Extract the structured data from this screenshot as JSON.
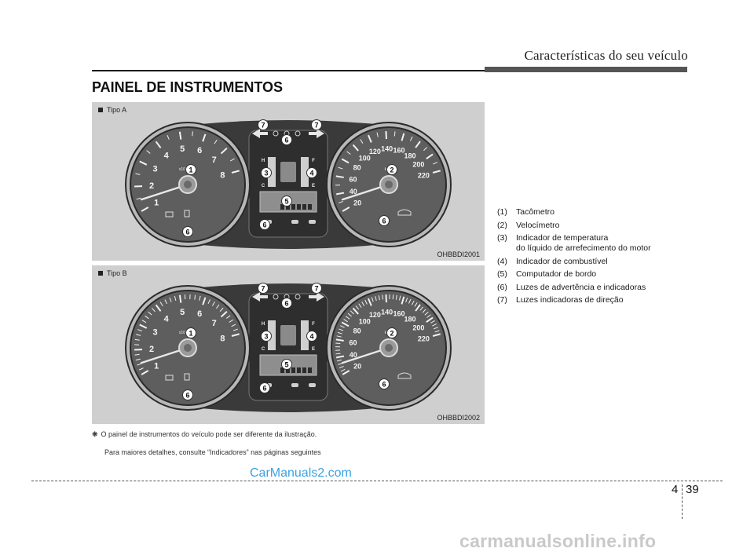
{
  "header": {
    "title": "Características do seu veículo"
  },
  "section_title": "PAINEL DE INSTRUMENTOS",
  "panels": [
    {
      "label": "Tipo A",
      "code": "OHBBDI2001"
    },
    {
      "label": "Tipo B",
      "code": "OHBBDI2002"
    }
  ],
  "gauges": {
    "tach_numbers": [
      "1",
      "2",
      "3",
      "4",
      "5",
      "6",
      "7",
      "8"
    ],
    "tach_unit": "x1000rpm",
    "speed_numbers": [
      "20",
      "40",
      "60",
      "80",
      "100",
      "120",
      "140",
      "160",
      "180",
      "200",
      "220"
    ],
    "speed_unit": "km/h",
    "temp_marks": [
      "H",
      "C"
    ],
    "fuel_marks": [
      "F",
      "E"
    ],
    "callouts": [
      "1",
      "2",
      "3",
      "4",
      "5",
      "6",
      "7"
    ]
  },
  "notes": {
    "symbol": "❈",
    "line1": "O painel de instrumentos do veículo pode ser diferente da ilustração.",
    "line2": "Para maiores detalhes, consulte “Indicadores” nas páginas seguintes"
  },
  "legend": [
    {
      "num": "(1)",
      "text": "Tacômetro"
    },
    {
      "num": "(2)",
      "text": "Velocímetro"
    },
    {
      "num": "(3)",
      "text": "Indicador de temperatura",
      "text2": "do líquido de arrefecimento do motor"
    },
    {
      "num": "(4)",
      "text": "Indicador de combustível"
    },
    {
      "num": "(5)",
      "text": "Computador de bordo"
    },
    {
      "num": "(6)",
      "text": "Luzes de advertência e indicadoras"
    },
    {
      "num": "(7)",
      "text": "Luzes indicadoras de direção"
    }
  ],
  "footer": {
    "section": "4",
    "page": "39",
    "watermark_top": "CarManuals2.com",
    "watermark_bottom": "carmanualsonline.info"
  }
}
